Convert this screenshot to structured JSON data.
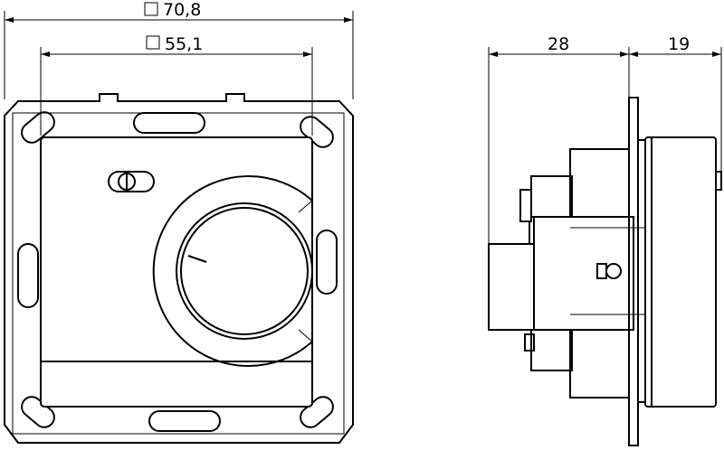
{
  "dimensions": {
    "outer_width": "70,8",
    "inner_width": "55,1",
    "depth_front": "28",
    "depth_back": "19"
  },
  "icons": {
    "square_symbol": "square-dimension-icon"
  }
}
